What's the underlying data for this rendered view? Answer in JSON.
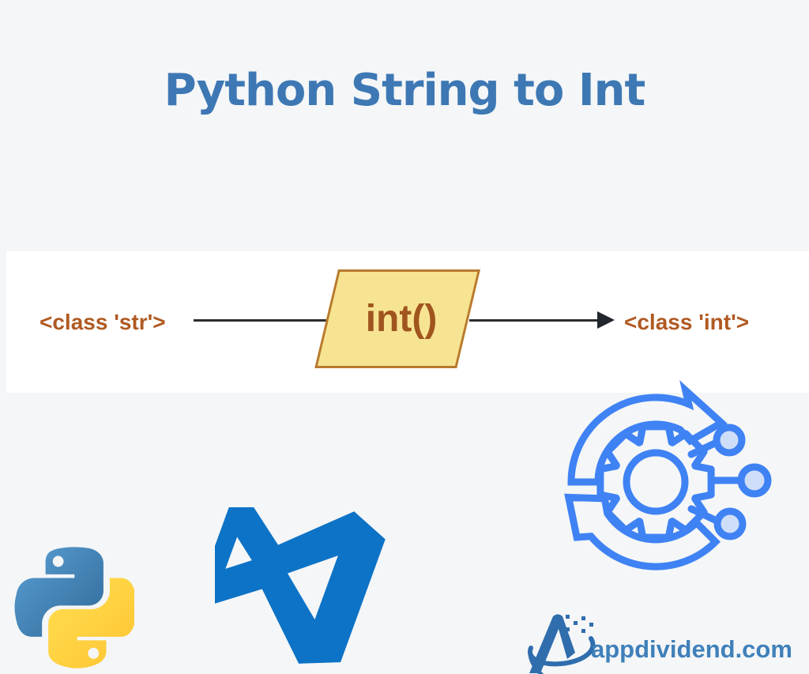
{
  "title": {
    "text": "Python String to Int"
  },
  "diagram": {
    "input_label": "<class 'str'>",
    "function_label": "int()",
    "output_label": "<class 'int'>"
  },
  "branding": {
    "site": "appdividend.com"
  },
  "icons": {
    "python": "python-logo",
    "vscode": "vscode-logo",
    "process": "process-gear",
    "brand_mark": "appdividend-mark"
  },
  "colors": {
    "background": "#f4f6f7",
    "band": "#ffffff",
    "title_blue": "#3d78b4",
    "label_brown": "#b05a22",
    "parallelogram_fill": "#f6e492",
    "parallelogram_border": "#b97a2e",
    "flow_line": "#2d2d2d",
    "process_icon_blue": "#3f82f4",
    "process_node_fill": "#cfdef8",
    "vscode_blue": "#0d73c6",
    "python_blue": "#366994",
    "python_yellow": "#ffd43b",
    "brand_blue": "#2f6dad"
  }
}
